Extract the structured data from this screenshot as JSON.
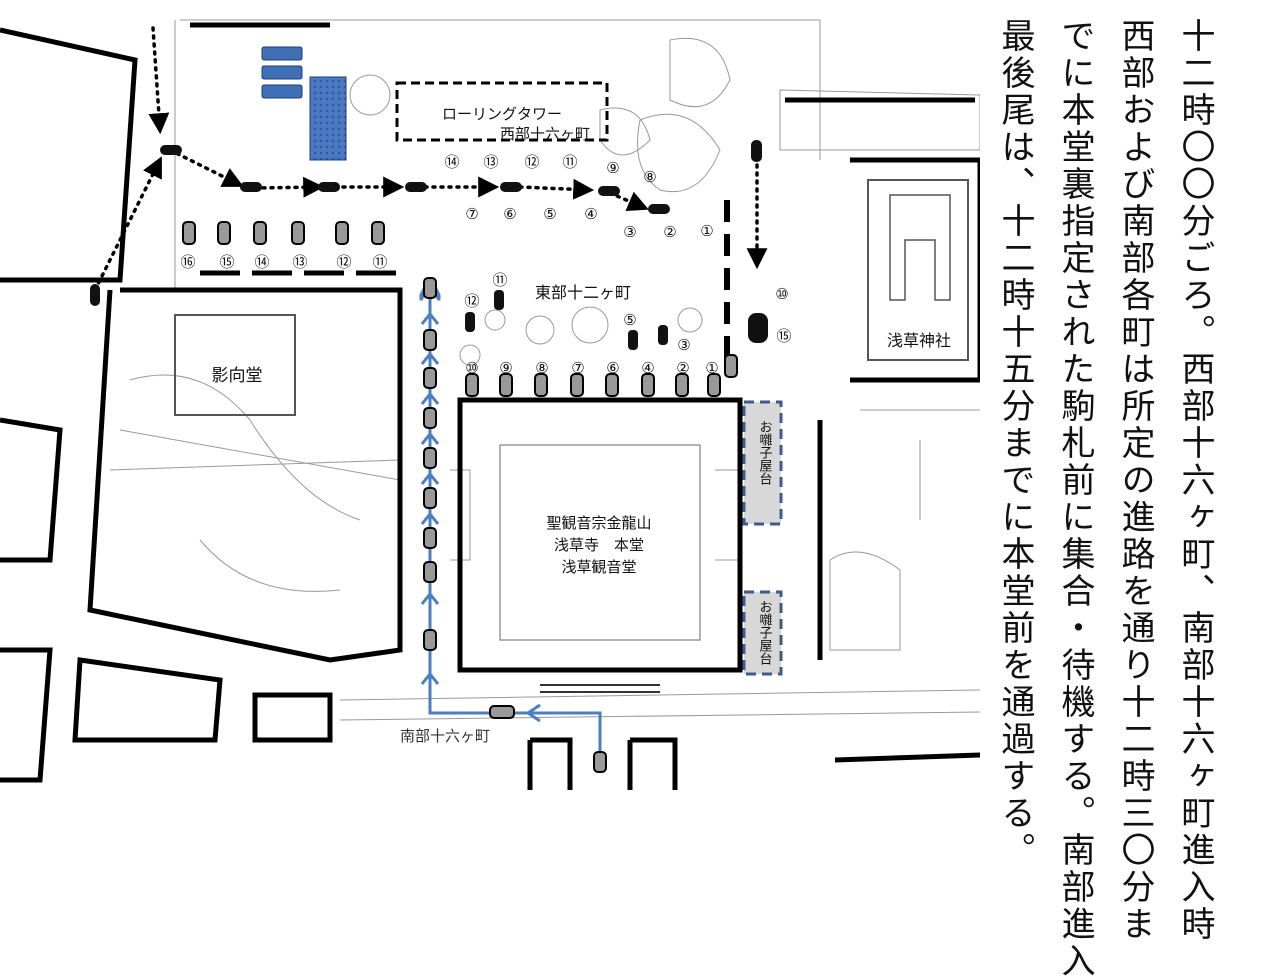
{
  "map": {
    "rolling_tower": "ローリングタワー",
    "west16": "西部十六ヶ町",
    "east12": "東部十二ヶ町",
    "eikodo": "影向堂",
    "asakusa_shrine": "浅草神社",
    "hondo_lines": [
      "聖観音宗金龍山",
      "浅草寺　本堂",
      "浅草観音堂"
    ],
    "hayashi": "お囃子屋台",
    "south16": "南部十六ヶ町",
    "circled_numbers": [
      "①",
      "②",
      "③",
      "④",
      "⑤",
      "⑥",
      "⑦",
      "⑧",
      "⑨",
      "⑩",
      "⑪",
      "⑫",
      "⑬",
      "⑭",
      "⑮",
      "⑯"
    ],
    "colors": {
      "south_route": "#4a7fc0",
      "hayashi_border": "#3e5b8c",
      "blue_block": "#3f6fb5"
    }
  },
  "text": {
    "lines": [
      "十二時〇〇分ごろ。西部十六ヶ町、南部十六ヶ町進入時",
      "西部および南部各町は所定の進路を通り十二時三〇分ま",
      "でに本堂裏指定された駒札前に集合・待機する。南部進入",
      "最後尾は、十二時十五分までに本堂前を通過する。"
    ]
  }
}
